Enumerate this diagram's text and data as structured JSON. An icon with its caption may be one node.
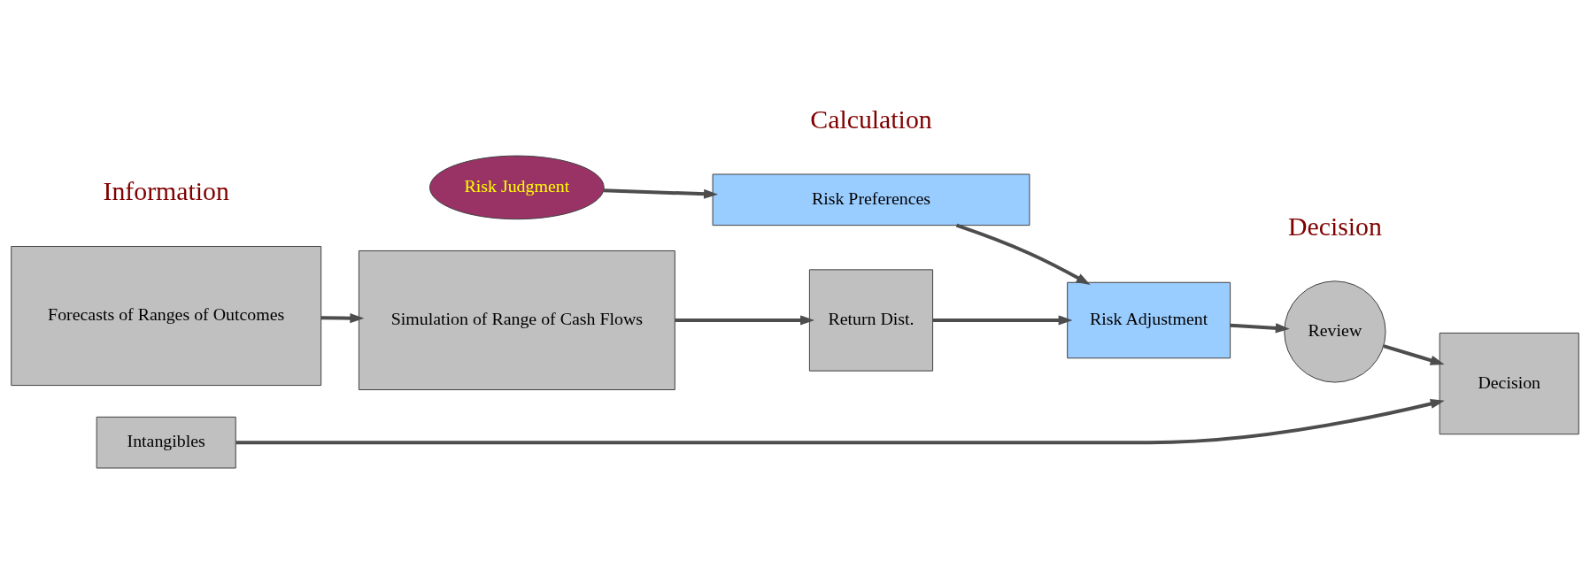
{
  "diagram": {
    "nodes": [
      {
        "text": [
          "Forecasts of Ranges of Outcomes"
        ]
      },
      {
        "text": [
          "Simulation of Range of Cash Flows"
        ]
      },
      {
        "text": [
          "Return Dist."
        ]
      },
      {
        "text": [
          "Risk Adjustment"
        ]
      },
      {
        "text": [
          "Review"
        ]
      },
      {
        "text": [
          "Decision"
        ]
      },
      {
        "text": [
          "Risk Preferences"
        ]
      },
      {
        "text": [
          "Risk Judgment"
        ]
      },
      {
        "text": [
          "Intangibles"
        ]
      }
    ],
    "edges": [
      {
        "from": 0,
        "to": 1,
        "arrow": "to"
      },
      {
        "from": 1,
        "to": 2,
        "arrow": "to"
      },
      {
        "from": 2,
        "to": 3,
        "arrow": "to"
      },
      {
        "from": 3,
        "to": 4,
        "arrow": "to"
      },
      {
        "from": 4,
        "to": 5,
        "arrow": "to"
      },
      {
        "from": 6,
        "to": 3,
        "arrow": "to"
      },
      {
        "from": 7,
        "to": 6,
        "arrow": "to"
      },
      {
        "from": 8,
        "to": 5,
        "arrow": "to"
      }
    ],
    "labels": [
      "Information",
      "Calculation",
      "Decision"
    ]
  }
}
